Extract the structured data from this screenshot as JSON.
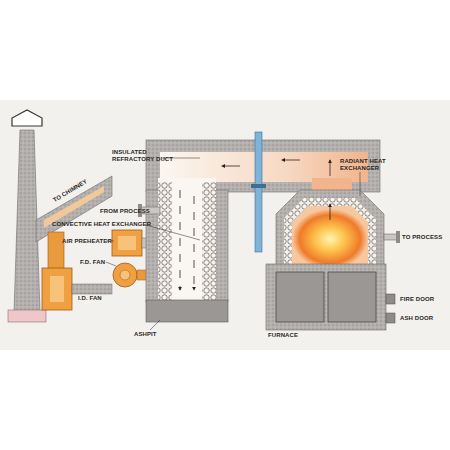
{
  "diagram": {
    "labels": [
      "INSULATED REFRACTORY DUCT",
      "RADIANT HEAT EXCHANGER",
      "FROM PROCESS",
      "CONVECTIVE HEAT EXCHANGER",
      "TO CHIMNEY",
      "AIR PREHEATER",
      "F.D. FAN",
      "I.D. FAN",
      "ASHPIT",
      "FURNACE",
      "TO PROCESS",
      "FIRE DOOR",
      "ASH DOOR"
    ]
  }
}
